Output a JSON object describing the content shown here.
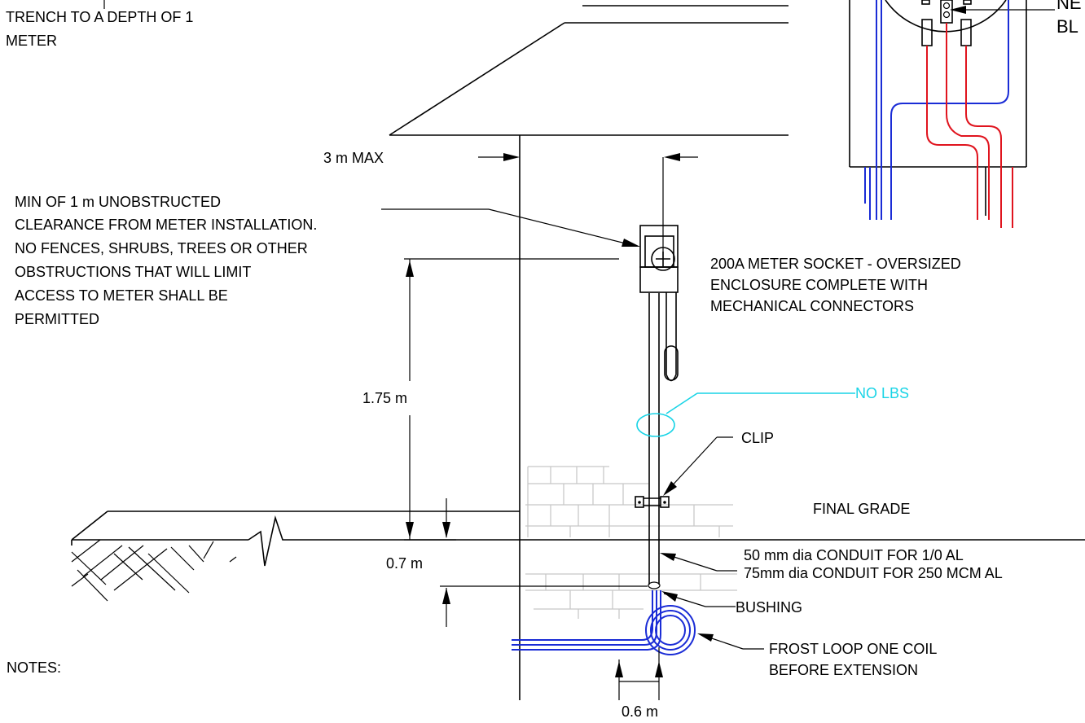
{
  "labels": {
    "trench_line1": "TRENCH TO A DEPTH OF 1",
    "trench_line2": "METER",
    "max_offset": "3 m MAX",
    "clearance": [
      "MIN OF 1 m UNOBSTRUCTED",
      "CLEARANCE FROM METER INSTALLATION.",
      "NO FENCES, SHRUBS, TREES OR OTHER",
      "OBSTRUCTIONS THAT WILL LIMIT",
      "ACCESS TO METER SHALL BE",
      "PERMITTED"
    ],
    "meter_socket": [
      "200A METER SOCKET - OVERSIZED",
      "ENCLOSURE COMPLETE WITH",
      "MECHANICAL CONNECTORS"
    ],
    "height": "1.75 m",
    "no_lbs": "NO LBS",
    "clip": "CLIP",
    "final_grade": "FINAL GRADE",
    "conduit": [
      "50 mm dia CONDUIT FOR 1/0 AL",
      "75mm dia CONDUIT FOR 250 MCM AL"
    ],
    "depth": "0.7 m",
    "bushing": "BUSHING",
    "frost_loop": [
      "FROST LOOP ONE COIL",
      "BEFORE EXTENSION"
    ],
    "loop_width": "0.6 m",
    "notes": "NOTES:",
    "cropped_top": "NE",
    "cropped_bottom": "BL"
  },
  "colors": {
    "line": "#000000",
    "conductor_blue": "#1a2cd6",
    "conductor_red": "#e0141e",
    "annotation_cyan": "#19d4e6",
    "wall_gray": "#c8c8c8"
  }
}
